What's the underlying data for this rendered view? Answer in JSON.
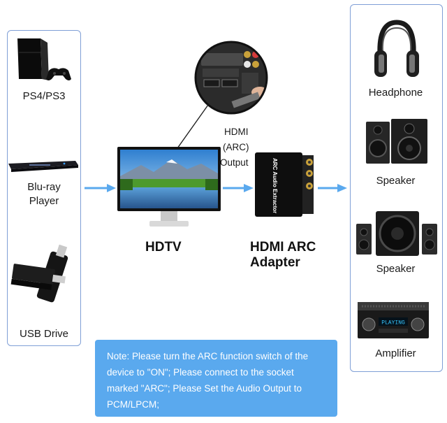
{
  "sources": [
    {
      "label": "PS4/PS3",
      "icon": "game-console-icon"
    },
    {
      "label": "Blu-ray\nPlayer",
      "icon": "bluray-player-icon"
    },
    {
      "label": "USB Drive",
      "icon": "usb-drive-icon"
    }
  ],
  "center": {
    "tv_label": "HDTV",
    "adapter_label_line1": "HDMI ARC",
    "adapter_label_line2": "Adapter",
    "device_text": "ARC Audio Extractor",
    "output_label_line1": "HDMI",
    "output_label_line2": "(ARC)",
    "output_label_line3": "Output"
  },
  "outputs": [
    {
      "label": "Headphone",
      "icon": "headphone-icon"
    },
    {
      "label": "Speaker",
      "icon": "bookshelf-speaker-icon"
    },
    {
      "label": "Speaker",
      "icon": "subwoofer-speaker-icon"
    },
    {
      "label": "Amplifier",
      "icon": "amplifier-icon"
    }
  ],
  "amplifier_display": "PLAYING",
  "note": "Note: Please turn the ARC function switch of the device to \"ON\"; Please connect to the socket marked \"ARC\"; Please Set the Audio Output to PCM/LPCM;",
  "colors": {
    "panel_border": "#7f9fd6",
    "arrow": "#5aa9ee",
    "note_bg": "#5aa9ee"
  }
}
